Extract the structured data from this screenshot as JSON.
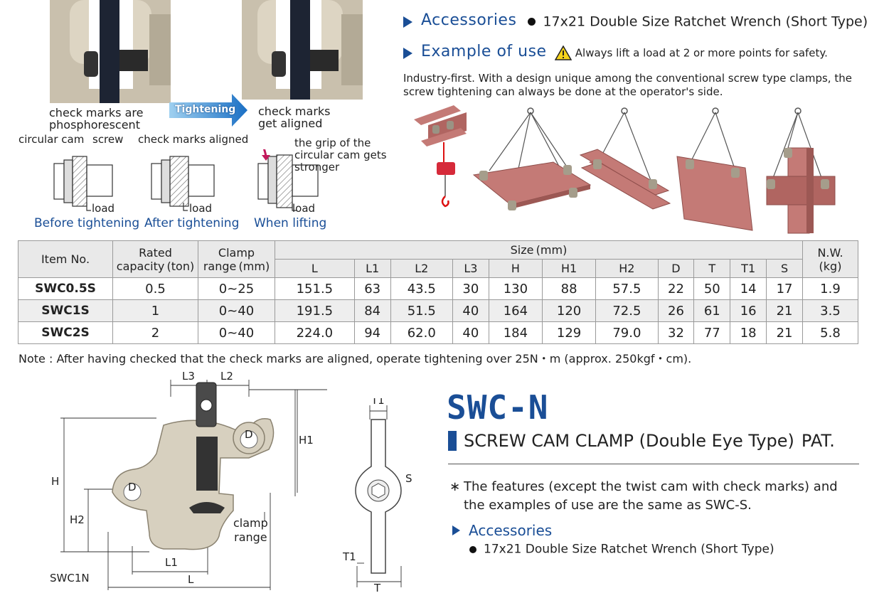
{
  "top_left": {
    "tightening_arrow_label": "Tightening",
    "check_marks_phosphorescent": "check marks are\nphosphorescent",
    "check_marks_get_aligned": "check marks\nget aligned",
    "circular_cam": "circular cam",
    "screw": "screw",
    "check_marks_aligned": "check marks aligned",
    "grip_stronger": "the grip of the\ncircular cam gets\nstronger",
    "load": "load",
    "captions": [
      "Before tightening",
      "After tightening",
      "When lifting"
    ]
  },
  "top_right": {
    "accessories_title": "Accessories",
    "accessories_text": "17x21 Double Size Ratchet Wrench (Short Type)",
    "example_title": "Example of use",
    "warning_text": "Always lift a load at 2 or more points for safety.",
    "description": "Industry-first. With a design unique among the conventional screw type clamps, the screw tightening can always be done at the operator's side."
  },
  "table": {
    "headers": {
      "item_no": "Item No.",
      "rated_capacity": "Rated\ncapacity (ton)",
      "clamp_range": "Clamp\nrange (mm)",
      "size": "Size (mm)",
      "nw": "N.W.\n(kg)"
    },
    "size_columns": [
      "L",
      "L1",
      "L2",
      "L3",
      "H",
      "H1",
      "H2",
      "D",
      "T",
      "T1",
      "S"
    ],
    "rows": [
      {
        "item": "SWC0.5S",
        "capacity": "0.5",
        "range": "0~25",
        "sizes": [
          "151.5",
          "63",
          "43.5",
          "30",
          "130",
          "88",
          "57.5",
          "22",
          "50",
          "14",
          "17"
        ],
        "nw": "1.9"
      },
      {
        "item": "SWC1S",
        "capacity": "1",
        "range": "0~40",
        "sizes": [
          "191.5",
          "84",
          "51.5",
          "40",
          "164",
          "120",
          "72.5",
          "26",
          "61",
          "16",
          "21"
        ],
        "nw": "3.5"
      },
      {
        "item": "SWC2S",
        "capacity": "2",
        "range": "0~40",
        "sizes": [
          "224.0",
          "94",
          "62.0",
          "40",
          "184",
          "129",
          "79.0",
          "32",
          "77",
          "18",
          "21"
        ],
        "nw": "5.8"
      }
    ]
  },
  "note": "Note : After having checked that the check marks are aligned, operate tightening over 25N・m (approx. 250kgf・cm).",
  "drawing": {
    "dims": [
      "L3",
      "L2",
      "D",
      "H1",
      "H",
      "D",
      "H2",
      "L1",
      "L"
    ],
    "clamp_range": "clamp\nrange",
    "model": "SWC1N",
    "side_dims": [
      "T1",
      "S",
      "T1",
      "T"
    ]
  },
  "product": {
    "model": "SWC-N",
    "subtitle": "SCREW CAM CLAMP (Double Eye Type)",
    "pat": "PAT.",
    "feature_note": "The features (except the twist cam with check marks) and the examples of use are the same as SWC-S.",
    "accessories_title": "Accessories",
    "accessories_text": "17x21 Double Size Ratchet Wrench (Short Type)"
  },
  "colors": {
    "brand_blue": "#1a4e96",
    "clamp_metal": "#cfc7b5",
    "steel_plate": "#c47a76",
    "table_header": "#e9e9e9"
  }
}
